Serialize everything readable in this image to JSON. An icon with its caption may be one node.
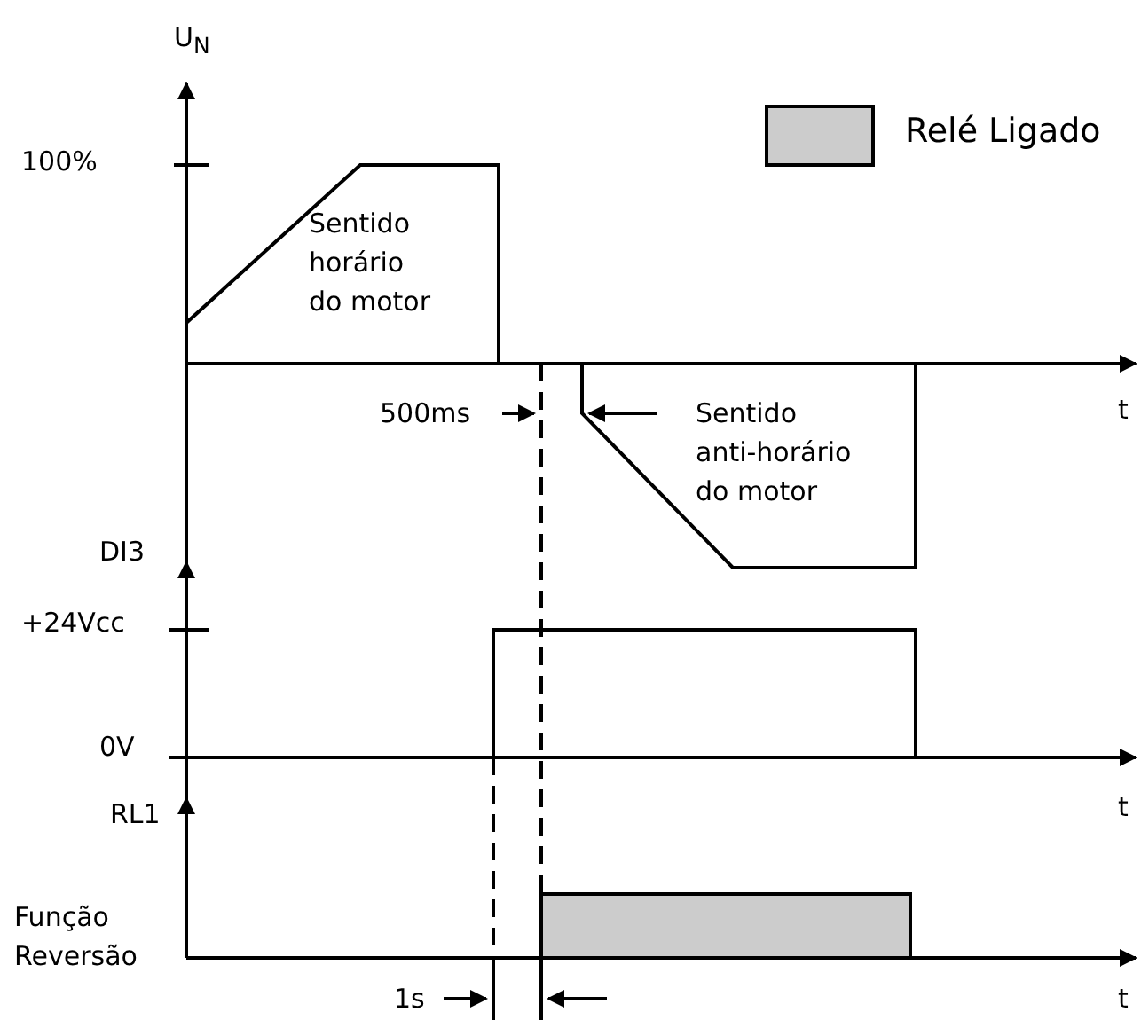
{
  "diagram": {
    "nodes": [
      {
        "text": [],
        "shape": "bar"
      }
    ],
    "labels": [
      "U$_{N}$",
      "100%",
      "Sentido horário do motor",
      "500ms",
      "Sentido anti-horário do motor",
      "t",
      "DI3",
      "+24Vcc",
      "0V",
      "t",
      "RL1",
      "Função Reversão",
      "1s",
      "t"
    ],
    "legend": [
      {
        "text": "Relé Ligado",
        "color": "#cccccc"
      }
    ]
  }
}
